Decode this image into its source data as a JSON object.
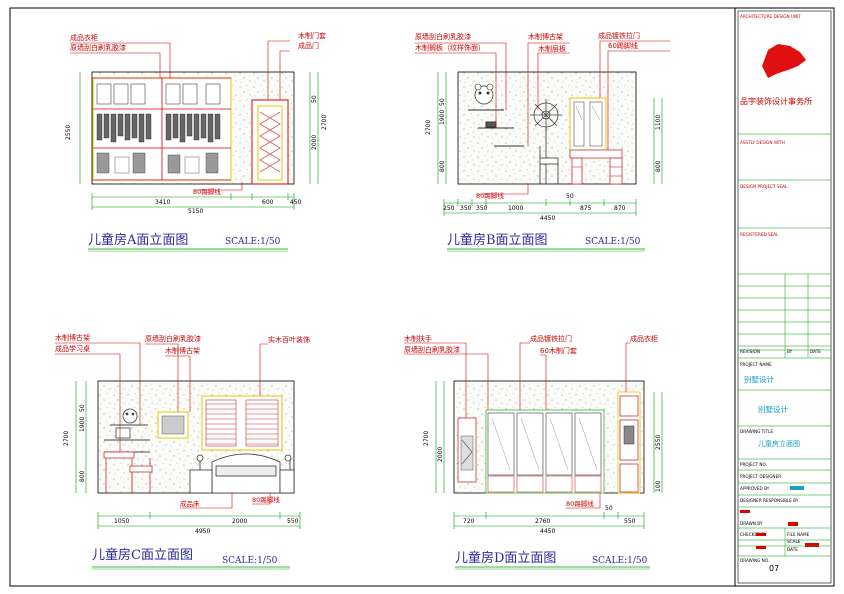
{
  "panels": {
    "a": {
      "title": "儿童房A面立面图",
      "scale": "SCALE:1/50",
      "labels": [
        "成品衣柜",
        "原墙刮白刷乳胶漆",
        "木制门套",
        "成品门",
        "80踢脚线"
      ],
      "dims_h": [
        "3410",
        "600",
        "450",
        "5150"
      ],
      "dims_v": [
        "2550",
        "2700",
        "2000",
        "50"
      ]
    },
    "b": {
      "title": "儿童房B面立面图",
      "scale": "SCALE:1/50",
      "labels": [
        "原墙刮白刷乳胶漆",
        "木制搁板（纹样饰面）",
        "木制博古架",
        "木制层板",
        "成品镀铁拉门",
        "60踢脚线",
        "80踢脚线"
      ],
      "dims_h": [
        "250",
        "350",
        "350",
        "1000",
        "50",
        "875",
        "870",
        "4450"
      ],
      "dims_v": [
        "2700",
        "1900",
        "800",
        "50",
        "1100",
        "800"
      ]
    },
    "c": {
      "title": "儿童房C面立面图",
      "scale": "SCALE:1/50",
      "labels": [
        "木制博古架",
        "成品学习桌",
        "原墙刮白刷乳胶漆",
        "木制博古架",
        "实木百叶装饰",
        "成品床",
        "80踢脚线"
      ],
      "dims_h": [
        "1050",
        "2000",
        "550",
        "4950"
      ],
      "dims_v": [
        "2700",
        "1900",
        "800",
        "50"
      ]
    },
    "d": {
      "title": "儿童房D面立面图",
      "scale": "SCALE:1/50",
      "labels": [
        "木制扶手",
        "原墙刮白刷乳胶漆",
        "成品镀铁拉门",
        "60木制门套",
        "成品衣柜",
        "80踢脚线"
      ],
      "dims_h": [
        "720",
        "2760",
        "50",
        "550",
        "4450"
      ],
      "dims_v": [
        "2700",
        "2000",
        "2550",
        "100"
      ]
    }
  },
  "title_block": {
    "unit_label": "ARCHITECTURE DESIGN UNIT",
    "company": "品宇装饰设计事务所",
    "design_firm_label": "ASSTLY DESIGN WITH",
    "project_seal_label": "DESIGN PROJECT SEAL",
    "registered_seal_label": "REGISTERED SEAL",
    "rev_headers": [
      "REVISION",
      "BY",
      "DATE"
    ],
    "project_name_label": "PROJECT NAME",
    "project_name": "别墅设计",
    "project_name_2": "别墅设计",
    "drawing_title_label": "DRAWING TITLE",
    "drawing_title": "儿童房立面图",
    "project_no_label": "PROJECT NO.",
    "project_designer_label": "PROJECT DESIGNER",
    "approved_label": "APPROVED BY",
    "checked_label": "DESIGNER RESPONSIBLE BY",
    "drawn_label": "DRAWN BY",
    "checked2_label": "CHECKED BY",
    "file_name_label": "FILE NAME",
    "scale_label": "SCALE",
    "date_label": "DATE",
    "drawing_no_label": "DRAWING NO.",
    "drawing_no": "07"
  },
  "colors": {
    "frame": "#000000",
    "dim": "#00aa00",
    "accent": "#dd0000",
    "yellow": "#e8c400",
    "title": "#2a2a9a",
    "cyan": "#1aa0c8",
    "wall": "#f2f2ee"
  }
}
